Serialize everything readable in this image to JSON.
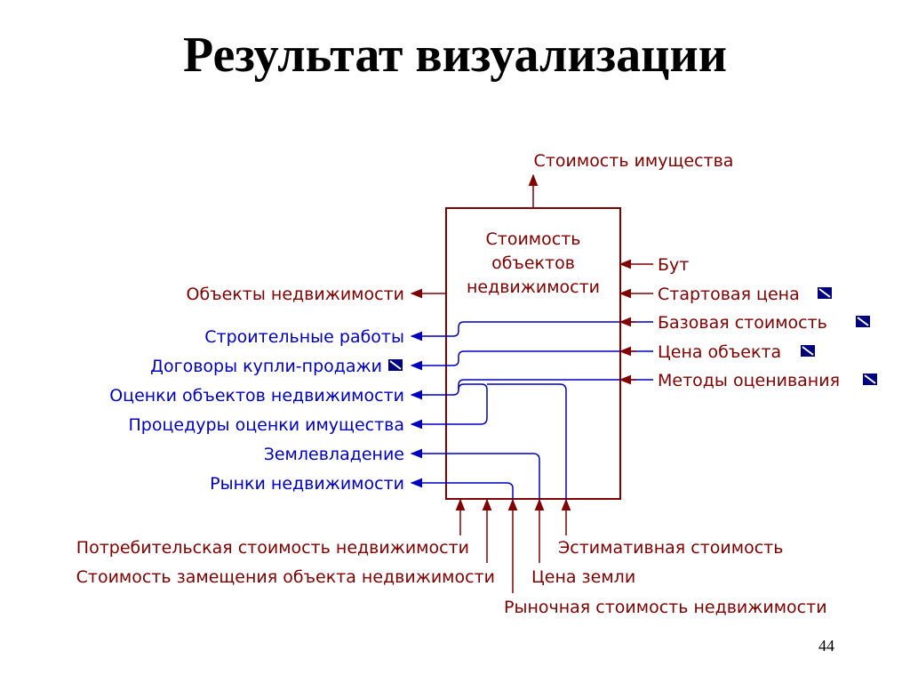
{
  "title": "Результат  визуализации",
  "page_number": "44",
  "colors": {
    "maroon": "#800000",
    "blue": "#0000c0",
    "box": "#800000"
  },
  "box": {
    "lines": [
      "Стоимость",
      "объектов",
      "недвижимости"
    ]
  },
  "output_top": {
    "label": "Стоимость имущества"
  },
  "inputs_right": [
    {
      "label": "Бут",
      "tunnel": false
    },
    {
      "label": "Стартовая цена",
      "tunnel": true
    },
    {
      "label": "Базовая стоимость",
      "tunnel": true
    },
    {
      "label": "Цена объекта",
      "tunnel": true
    },
    {
      "label": "Методы оценивания",
      "tunnel": true
    }
  ],
  "outputs_left": [
    {
      "label": "Объекты недвижимости",
      "tunnel": false
    },
    {
      "label": "Строительные работы",
      "tunnel": false
    },
    {
      "label": "Договоры купли-продажи",
      "tunnel": true
    },
    {
      "label": "Оценки объектов недвижимости",
      "tunnel": false
    },
    {
      "label": "Процедуры оценки имущества",
      "tunnel": false
    },
    {
      "label": "Землевладение",
      "tunnel": false
    },
    {
      "label": "Рынки недвижимости",
      "tunnel": false
    }
  ],
  "inputs_bottom": [
    {
      "label": "Потребительская стоимость недвижимости"
    },
    {
      "label": "Стоимость замещения объекта недвижимости"
    },
    {
      "label": "Рыночная стоимость недвижимости"
    },
    {
      "label": "Цена земли"
    },
    {
      "label": "Эстимативная стоимость"
    }
  ]
}
